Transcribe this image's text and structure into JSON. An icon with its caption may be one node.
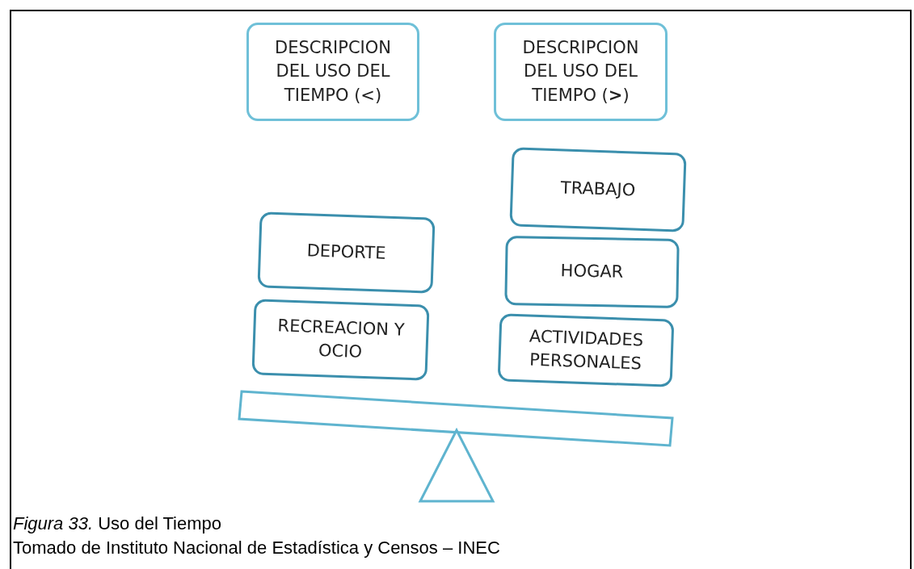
{
  "diagram": {
    "caption": "*Figura 33.*  Uso del Tiempo",
    "nodes": [
      {
        "text": [
          "DESCRIPCION DEL USO DEL TIEMPO (<)"
        ]
      },
      {
        "text": [
          "DESCRIPCION DEL USO DEL TIEMPO (**>**)"
        ]
      },
      {
        "text": [
          "TRABAJO"
        ]
      },
      {
        "text": [
          "DEPORTE"
        ]
      },
      {
        "text": [
          "HOGAR"
        ]
      },
      {
        "text": [
          "RECREACION Y OCIO"
        ]
      },
      {
        "text": [
          "ACTIVIDADES PERSONALES"
        ]
      }
    ],
    "labels": [
      "Tomado de Instituto Nacional de Estadística y Censos – INEC"
    ]
  }
}
